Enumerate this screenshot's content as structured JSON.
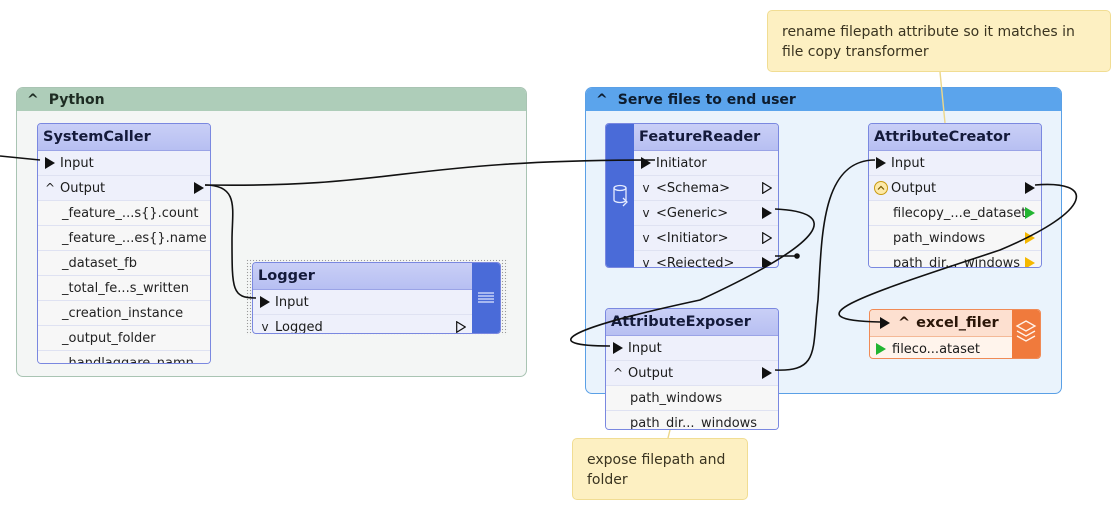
{
  "bookmarks": {
    "python": {
      "caret": "^",
      "title": "Python"
    },
    "serve": {
      "caret": "^",
      "title": "Serve files to end user"
    }
  },
  "annotations": {
    "rename": "rename filepath attribute so it matches in file copy transformer",
    "expose": "expose filepath and folder"
  },
  "systemcaller": {
    "title": "SystemCaller",
    "input": "Input",
    "output_caret": "^",
    "output": "Output",
    "attributes": [
      "_feature_...s{}.count",
      "_feature_...es{}.name",
      "_dataset_fb",
      "_total_fe...s_written",
      "_creation_instance",
      "_output_folder",
      "_handlaggare_namn"
    ]
  },
  "logger": {
    "title": "Logger",
    "input": "Input",
    "logged_caret": "v",
    "logged": "Logged"
  },
  "featurereader": {
    "title": "FeatureReader",
    "input": "Initiator",
    "ports": [
      {
        "caret": "v",
        "label": "<Schema>"
      },
      {
        "caret": "v",
        "label": "<Generic>"
      },
      {
        "caret": "v",
        "label": "<Initiator>"
      },
      {
        "caret": "v",
        "label": "<Rejected>"
      }
    ]
  },
  "attributeexposer": {
    "title": "AttributeExposer",
    "input": "Input",
    "output_caret": "^",
    "output": "Output",
    "attributes": [
      "path_windows",
      "path_dir..._windows"
    ]
  },
  "attributecreator": {
    "title": "AttributeCreator",
    "input": "Input",
    "output": "Output",
    "attributes": [
      "filecopy_...e_dataset",
      "path_windows",
      "path_dir..._windows"
    ]
  },
  "writer": {
    "caret": "^",
    "title": "excel_filer",
    "feature_type": "fileco...ataset"
  },
  "colors": {
    "transformer_border": "#7a88e0",
    "transformer_title": "#b7bff2",
    "python_bookmark": "#aecdb9",
    "serve_bookmark": "#5ba4ec",
    "writer_accent": "#f07a3c",
    "note_fill": "#fdf0c2",
    "attr_green": "#22b531",
    "attr_yellow": "#f5b800"
  },
  "icons": {
    "featurereader": "database-reader-icon",
    "logger": "log-lines-icon",
    "writer": "layers-stack-icon",
    "output_conditional": "conditional-output-icon"
  }
}
